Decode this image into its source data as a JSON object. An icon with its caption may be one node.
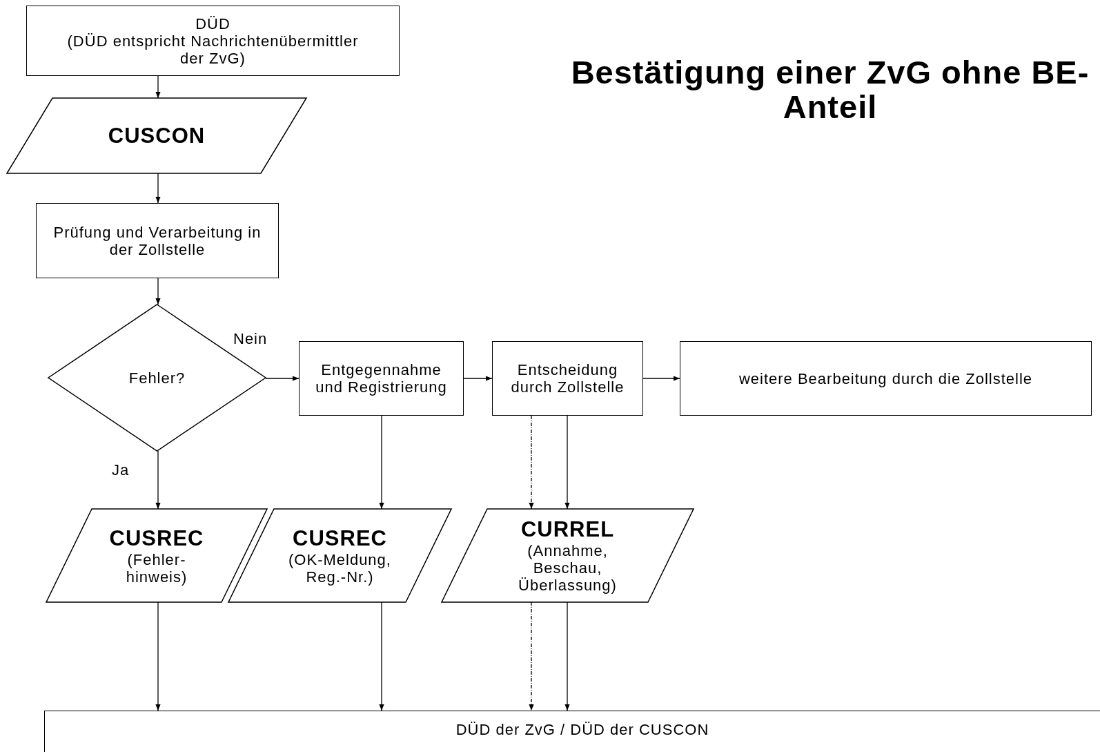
{
  "diagram": {
    "title": "Bestätigung einer ZvG ohne BE-Anteil",
    "nodes": [
      {
        "text": [
          "DÜD",
          "(DÜD entspricht Nachrichtenübermittler der ZvG)"
        ]
      },
      {
        "text": [
          "CUSCON"
        ]
      },
      {
        "text": [
          "Prüfung und Verarbeitung in der Zollstelle"
        ]
      },
      {
        "text": [
          "Fehler?"
        ]
      },
      {
        "text": [
          "Entgegennahme und Registrierung"
        ]
      },
      {
        "text": [
          "Entscheidung durch Zollstelle"
        ]
      },
      {
        "text": [
          "weitere Bearbeitung durch die Zollstelle"
        ]
      },
      {
        "text": [
          "CUSREC",
          "(Fehler- hinweis)"
        ]
      },
      {
        "text": [
          "CUSREC",
          "(OK-Meldung, Reg.-Nr.)"
        ]
      },
      {
        "text": [
          "CURREL",
          "(Annahme, Beschau, Überlassung)"
        ]
      },
      {
        "text": [
          "DÜD der ZvG / DÜD der CUSCON"
        ]
      }
    ],
    "edges": [
      {
        "from": 0,
        "to": 1,
        "arrow": "to"
      },
      {
        "from": 1,
        "to": 2,
        "arrow": "to"
      },
      {
        "from": 2,
        "to": 3,
        "arrow": "to"
      },
      {
        "from": 3,
        "to": 4,
        "arrow": "to",
        "label": "Nein"
      },
      {
        "from": 4,
        "to": 5,
        "arrow": "to"
      },
      {
        "from": 5,
        "to": 6,
        "arrow": "to"
      },
      {
        "from": 3,
        "to": 7,
        "arrow": "to",
        "label": "Ja"
      },
      {
        "from": 4,
        "to": 8,
        "arrow": "to"
      },
      {
        "from": 5,
        "to": 9,
        "arrow": "to",
        "style": "dashed"
      },
      {
        "from": 5,
        "to": 9,
        "arrow": "to"
      },
      {
        "from": 7,
        "to": 10,
        "arrow": "to"
      },
      {
        "from": 8,
        "to": 10,
        "arrow": "to"
      },
      {
        "from": 9,
        "to": 10,
        "arrow": "to",
        "style": "dashed"
      },
      {
        "from": 9,
        "to": 10,
        "arrow": "to"
      }
    ]
  }
}
